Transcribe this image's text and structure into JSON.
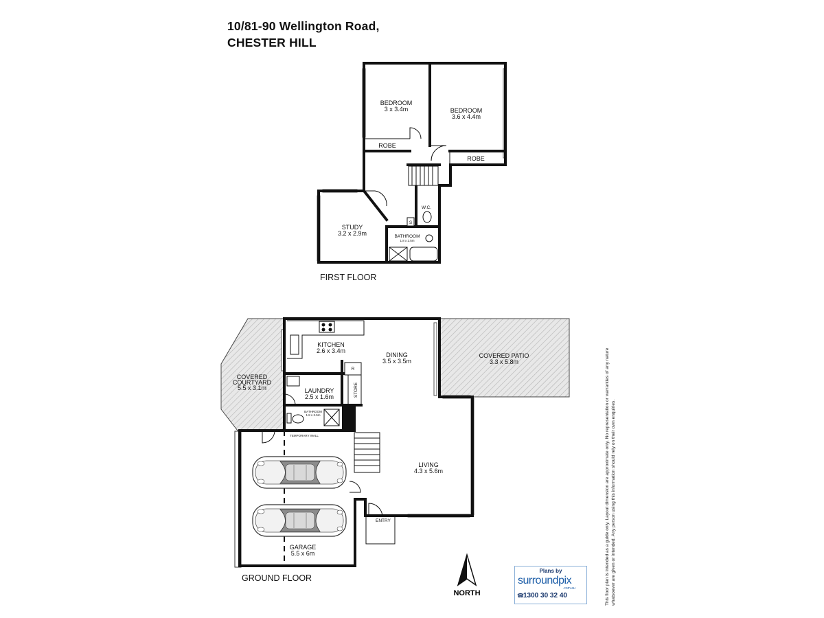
{
  "header": {
    "address_line1": "10/81-90 Wellington Road,",
    "address_line2": "CHESTER HILL"
  },
  "first_floor": {
    "label": "FIRST FLOOR",
    "rooms": {
      "bedroom1": {
        "name": "BEDROOM",
        "size": "3 x 3.4m"
      },
      "bedroom2": {
        "name": "BEDROOM",
        "size": "3.6 x 4.4m"
      },
      "robe1": "ROBE",
      "robe2": "ROBE",
      "study": {
        "name": "STUDY",
        "size": "3.2 x 2.9m"
      },
      "wc": "W.C.",
      "store": "S",
      "bathroom": {
        "name": "BATHROOM",
        "size": "1.8 x 2.5m"
      }
    }
  },
  "ground_floor": {
    "label": "GROUND FLOOR",
    "rooms": {
      "kitchen": {
        "name": "KITCHEN",
        "size": "2.6 x 3.4m"
      },
      "dining": {
        "name": "DINING",
        "size": "3.5 x 3.5m"
      },
      "covered_patio": {
        "name": "COVERED PATIO",
        "size": "3.3 x 5.8m"
      },
      "covered_courtyard": {
        "name_line1": "COVERED",
        "name_line2": "COURTYARD",
        "size": "5.5 x 3.1m"
      },
      "laundry": {
        "name": "LAUNDRY",
        "size": "2.5 x 1.6m"
      },
      "fridge": "R",
      "store": "STORE",
      "bathroom": {
        "name": "BATHROOM",
        "size": "1.8 x 2.5m"
      },
      "temporary_wall": "TEMPORARY WALL",
      "living": {
        "name": "LIVING",
        "size": "4.3 x 5.6m"
      },
      "entry": "ENTRY",
      "garage": {
        "name": "GARAGE",
        "size": "5.5 x 6m"
      }
    }
  },
  "north_label": "NORTH",
  "logo": {
    "label": "Plans by",
    "brand": "surroundpix",
    "domain": ".com.au",
    "phone": "1300 30 32 40"
  },
  "disclaimer": {
    "line1": "This floor plan is intended as a guide only. Layout dimension are approximate only. No representation or warranties of any nature",
    "line2": "whatsoever are given or intended. Any person using this information should rely on their own enquiries."
  },
  "colors": {
    "wall": "#111111",
    "hatch": "#bfbfbf",
    "logo_blue": "#1d5ea8",
    "logo_navy": "#16356b"
  }
}
